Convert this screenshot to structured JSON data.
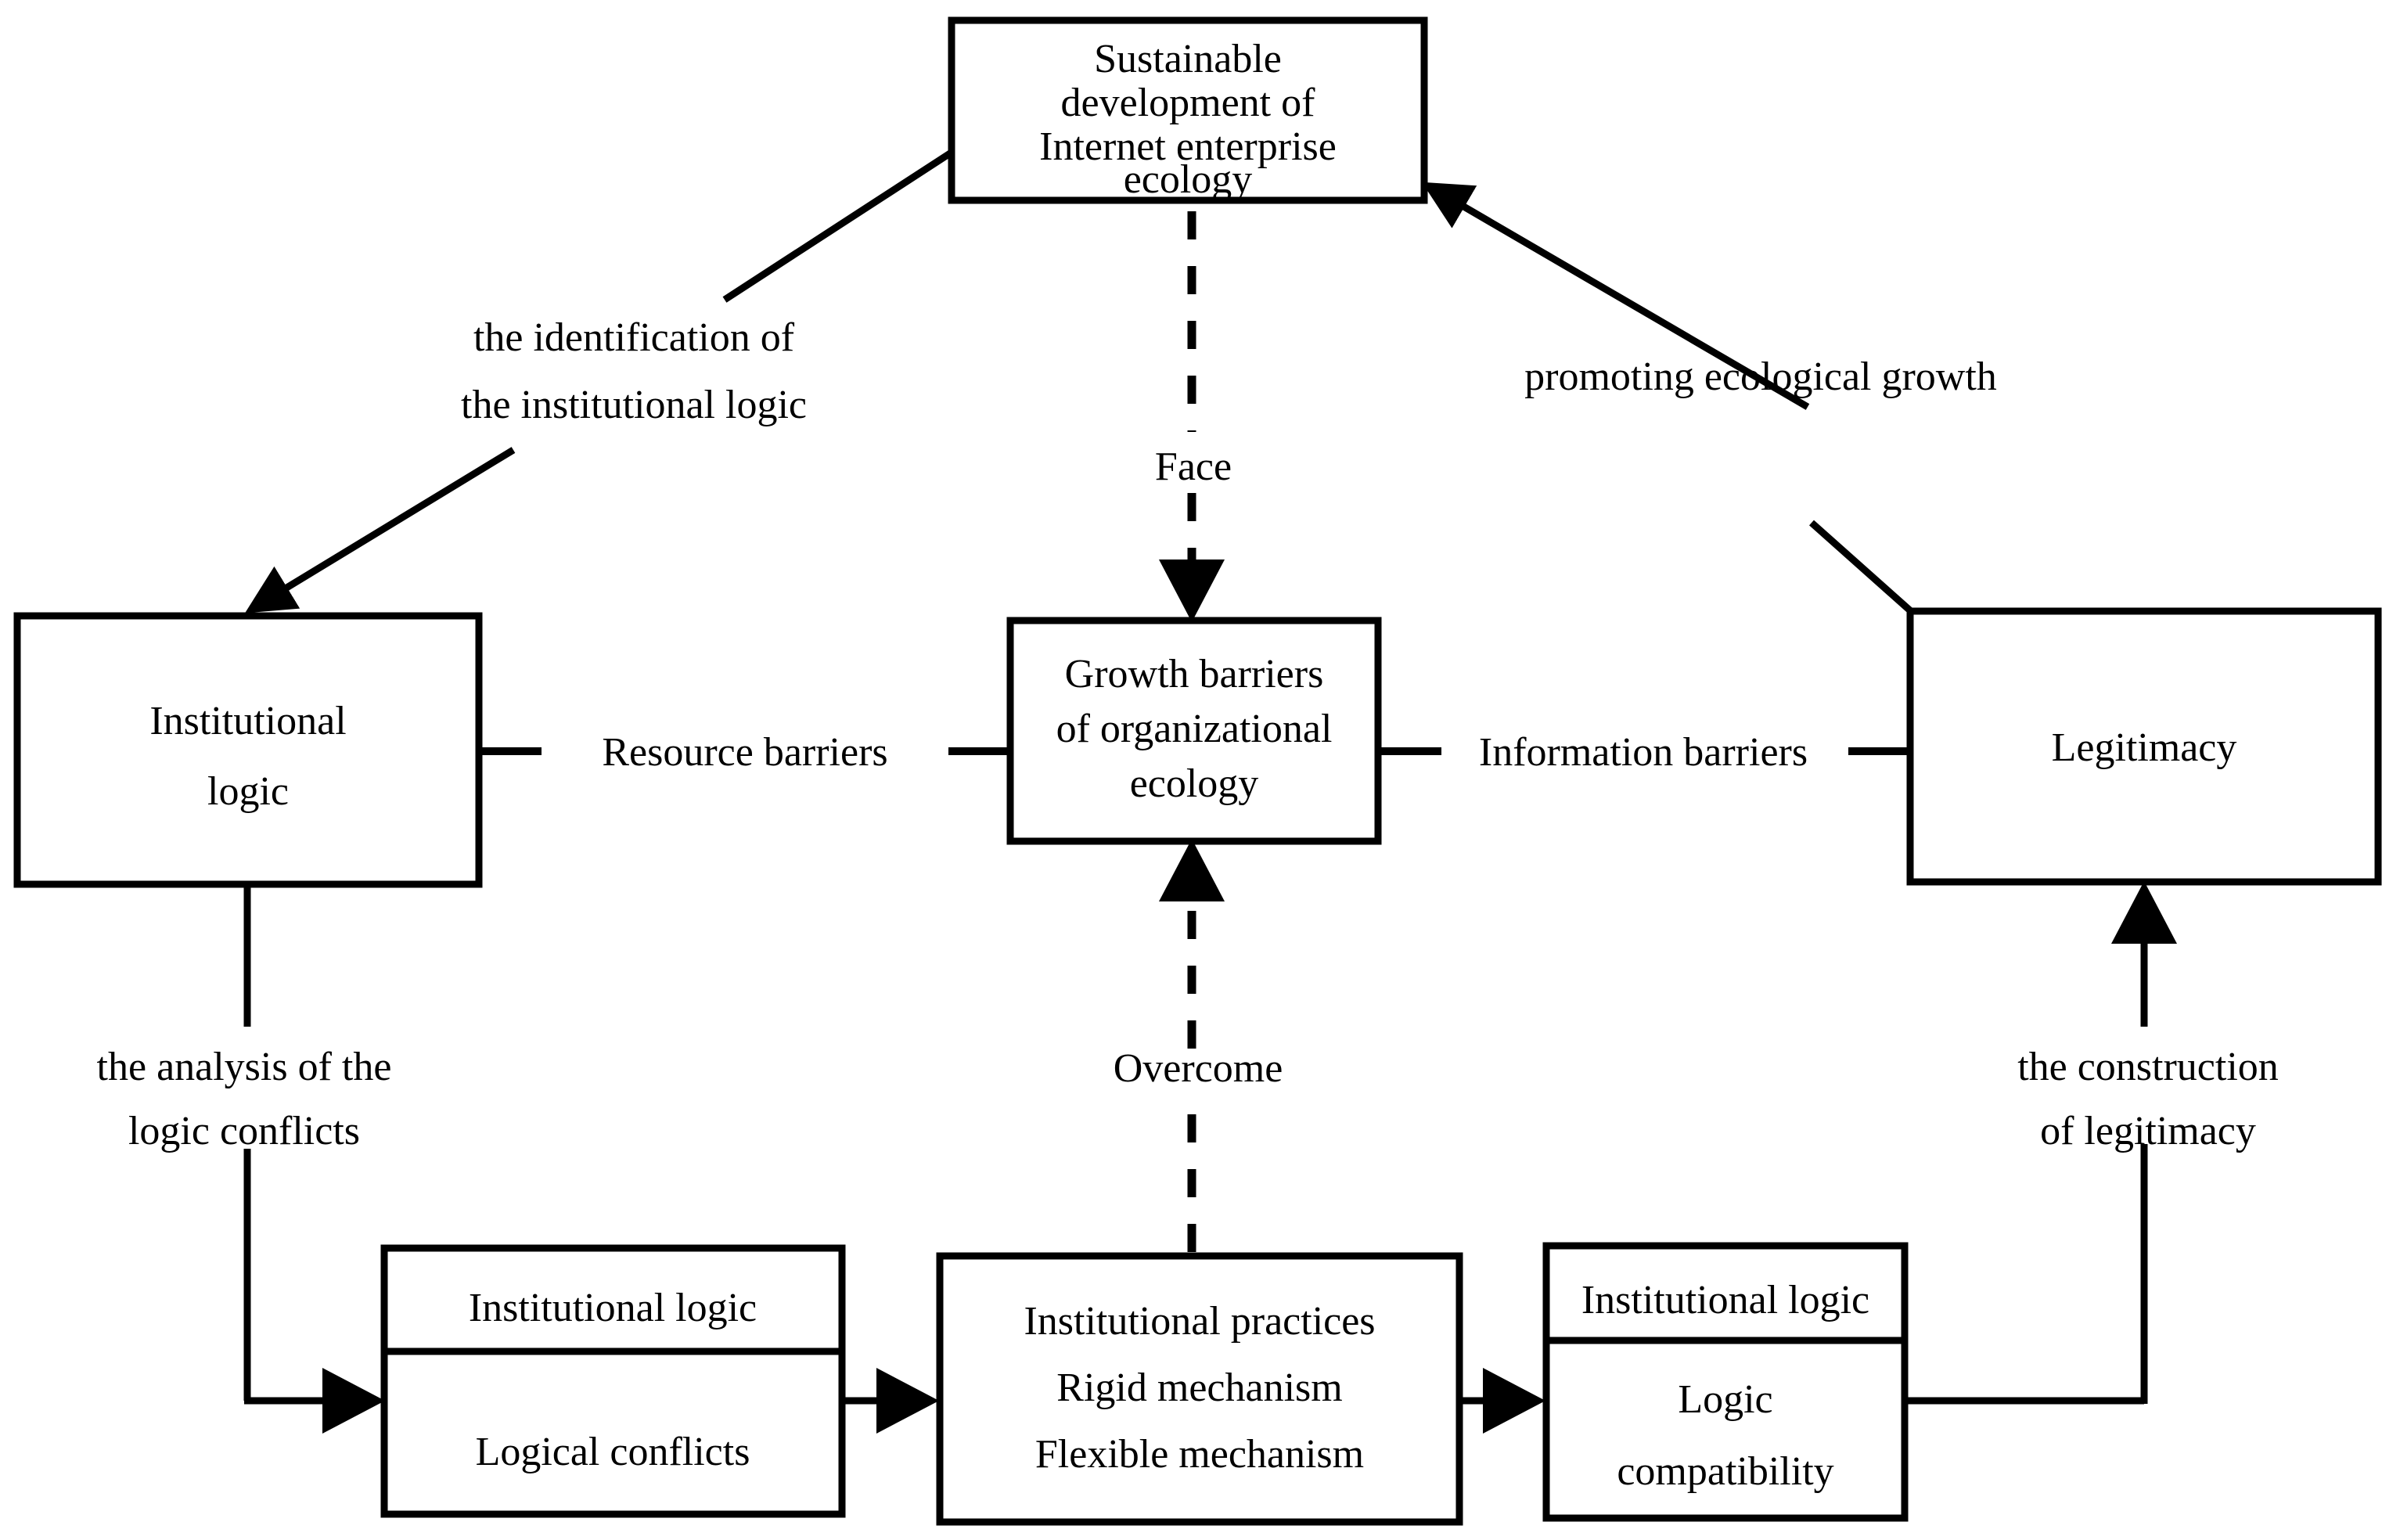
{
  "diagram": {
    "title": "Sustainable development of Internet enterprise ecology framework",
    "stroke_color": "#000000",
    "background_color": "#ffffff",
    "nodes": {
      "sustainable": {
        "id": "sustainable-development",
        "lines": [
          "Sustainable",
          "development of",
          "Internet enterprise",
          "ecology"
        ]
      },
      "institutional_logic": {
        "id": "institutional-logic",
        "lines": [
          "Institutional",
          "logic"
        ]
      },
      "growth_barriers": {
        "id": "growth-barriers",
        "lines": [
          "Growth barriers",
          "of organizational",
          "ecology"
        ]
      },
      "legitimacy": {
        "id": "legitimacy",
        "lines": [
          "Legitimacy"
        ]
      },
      "conflicts": {
        "id": "institutional-logic-conflicts",
        "top": "Institutional logic",
        "bottom": "Logical conflicts"
      },
      "practices": {
        "id": "institutional-practices",
        "lines": [
          "Institutional practices",
          "Rigid mechanism",
          "Flexible mechanism"
        ]
      },
      "compatibility": {
        "id": "institutional-logic-compatibility",
        "top": "Institutional logic",
        "bottom_lines": [
          "Logic",
          "compatibility"
        ]
      }
    },
    "edge_labels": {
      "identification": [
        "the identification of",
        "the institutional logic"
      ],
      "promoting": "promoting ecological growth",
      "face": "Face",
      "overcome": "Overcome",
      "resource_barriers": "Resource barriers",
      "information_barriers": "Information barriers",
      "analysis": [
        "the analysis of the",
        "logic conflicts"
      ],
      "construction": [
        "the construction",
        "of legitimacy"
      ]
    }
  }
}
